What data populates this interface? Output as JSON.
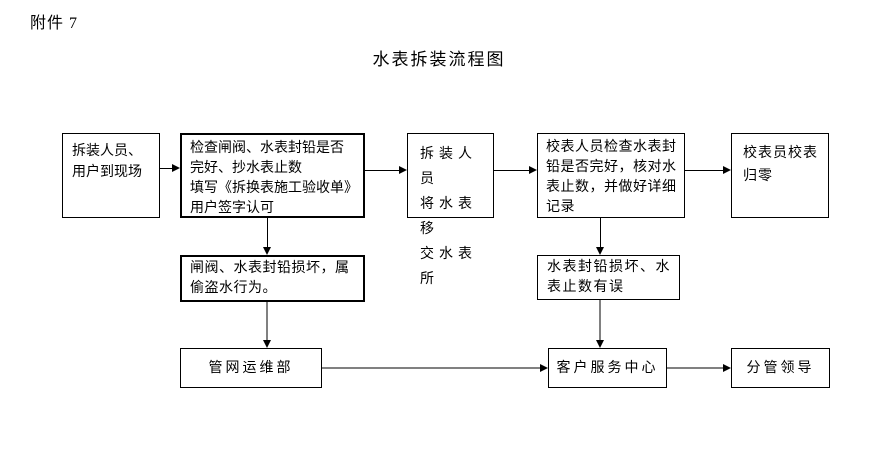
{
  "page": {
    "attachment_label": "附件 7",
    "title": "水表拆装流程图",
    "background_color": "#ffffff",
    "text_color": "#000000",
    "box_border_color": "#000000",
    "connector_color": "#808080",
    "arrowhead_color": "#000000"
  },
  "flowchart": {
    "boxes": [
      {
        "id": "personnel-arrive",
        "text": "拆装人员、\n用户到现场"
      },
      {
        "id": "check-seal-record",
        "text": "检查闸阀、水表封铅是否\n完好、抄水表止数\n填写《拆换表施工验收单》\n用户签字认可"
      },
      {
        "id": "transfer-meter",
        "text": "拆装人员\n将水表移\n交水表所"
      },
      {
        "id": "verify-seal-detail",
        "text": "校表人员检查水表封\n铅是否完好，核对水\n表止数，并做好详细\n记录"
      },
      {
        "id": "meter-reset",
        "text": "校表员校表\n归零"
      },
      {
        "id": "seal-damaged-theft",
        "text": "闸阀、水表封铅损坏，属\n偷盗水行为。"
      },
      {
        "id": "seal-damaged-misread",
        "text": "水表封铅损坏、水\n表止数有误"
      },
      {
        "id": "pipeline-ops-dept",
        "text": "管网运维部"
      },
      {
        "id": "customer-service-center",
        "text": "客户服务中心"
      },
      {
        "id": "leader-in-charge",
        "text": "分管领导"
      }
    ],
    "edges": [
      {
        "from": "personnel-arrive",
        "to": "check-seal-record"
      },
      {
        "from": "check-seal-record",
        "to": "transfer-meter"
      },
      {
        "from": "transfer-meter",
        "to": "verify-seal-detail"
      },
      {
        "from": "verify-seal-detail",
        "to": "meter-reset"
      },
      {
        "from": "check-seal-record",
        "to": "seal-damaged-theft"
      },
      {
        "from": "verify-seal-detail",
        "to": "seal-damaged-misread"
      },
      {
        "from": "seal-damaged-theft",
        "to": "pipeline-ops-dept"
      },
      {
        "from": "seal-damaged-misread",
        "to": "customer-service-center"
      },
      {
        "from": "pipeline-ops-dept",
        "to": "customer-service-center"
      },
      {
        "from": "customer-service-center",
        "to": "leader-in-charge"
      }
    ]
  }
}
